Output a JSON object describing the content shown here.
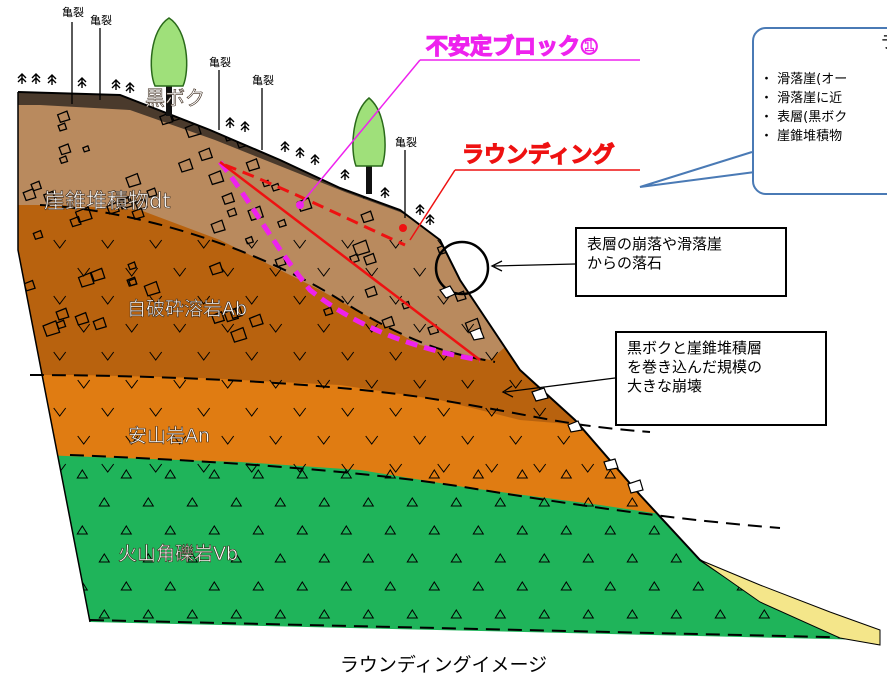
{
  "diagram": {
    "caption": "ラウンディングイメージ",
    "layers": {
      "kuroboku": "黒ボク",
      "talus": "崖錐堆積物dt",
      "autobrecciated_lava": "自破砕溶岩Ab",
      "andesite": "安山岩An",
      "volcanic_breccia": "火山角礫岩Vb"
    },
    "crack_label": "亀裂",
    "unstable_block_label": "不安定ブロック①",
    "rounding_label": "ラウンディング",
    "callout_surface": "表層の崩落や滑落崖\nからの落石",
    "callout_large": "黒ボクと崖錐堆積層\nを巻き込んだ規模の\n大きな崩壊",
    "info_box": {
      "title": "ラ",
      "items": [
        "・ 滑落崖(オー",
        "・ 滑落崖に近",
        "・ 表層(黒ボク",
        "・ 崖錐堆積物"
      ]
    },
    "colors": {
      "kuroboku": "#4a3a2c",
      "talus": "#b98a5e",
      "autobrecciated_lava": "#b8620e",
      "andesite": "#e07c12",
      "volcanic_breccia": "#1fb45a",
      "unstable_block": "#ee22ee",
      "rounding": "#ee1111",
      "info_border": "#4a7ab5"
    }
  }
}
